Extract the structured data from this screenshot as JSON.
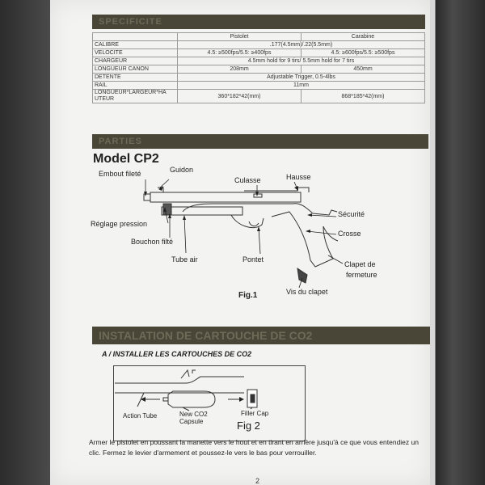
{
  "spec_section": {
    "header": "SPECIFICITE",
    "columns": [
      "",
      "Pistolet",
      "Carabine"
    ],
    "rows": [
      {
        "label": "CALIBRE",
        "merged": ".177(4.5mm)/.22(5.5mm)"
      },
      {
        "label": "VELOCITE",
        "pistolet": "4.5: ≥500fps/5.5: ≥400fps",
        "carabine": "4.5: ≥600fps/5.5: ≥500fps"
      },
      {
        "label": "CHARGEUR",
        "merged": "4.5mm hold for 9 tirs/ 5.5mm hold for 7 tirs"
      },
      {
        "label": "LONGUEUR CANON",
        "pistolet": "208mm",
        "carabine": "450mm"
      },
      {
        "label": "DETENTE",
        "merged": "Adjustable Trigger, 0.5-4lbs"
      },
      {
        "label": "RAIL",
        "merged": "11mm"
      },
      {
        "label": "LONGUEUR*LARGEUR*HA UTEUR",
        "pistolet": "360*182*42(mm)",
        "carabine": "868*185*42(mm)"
      }
    ]
  },
  "parts_section": {
    "header": "PARTIES",
    "model_title": "Model CP2",
    "labels": {
      "embout": "Embout fileté",
      "guidon": "Guidon",
      "culasse": "Culasse",
      "hausse": "Hausse",
      "reglage": "Réglage pression",
      "securite": "Sécurité",
      "crosse": "Crosse",
      "bouchon": "Bouchon filté",
      "tube_air": "Tube air",
      "pontet": "Pontet",
      "clapet1": "Clapet   de",
      "clapet2": "fermeture",
      "vis": "Vis du clapet"
    },
    "figure_caption": "Fig.1"
  },
  "co2_section": {
    "header": "INSTALATION DE CARTOUCHE DE CO2",
    "subheading": "A / INSTALLER LES CARTOUCHES DE CO2",
    "fig2": {
      "action_tube": "Action Tube",
      "new_co2_1": "New CO2",
      "new_co2_2": "Capsule",
      "filler_cap": "Filler Cap",
      "title": "Fig 2"
    },
    "paragraph": "Armer le pistolet en poussant la manette vers le hout et en tirant en arrière jusqu'à ce que vous entendiez un clic. Fermez le levier d'armement et poussez-le vers le bas pour verrouiller."
  },
  "page_number": "2"
}
